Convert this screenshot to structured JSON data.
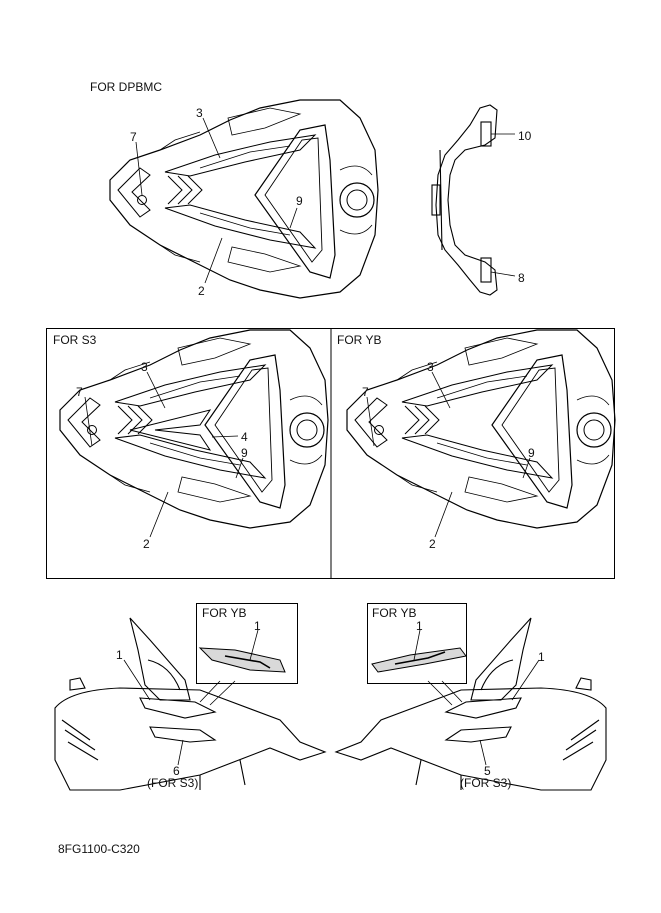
{
  "titles": {
    "top": "FOR DPBMC",
    "left_panel": "FOR S3",
    "right_panel": "FOR YB",
    "inset_left": "FOR YB",
    "inset_right": "FOR YB"
  },
  "callouts": {
    "top": {
      "c3": "3",
      "c7": "7",
      "c9": "9",
      "c2": "2",
      "c10": "10",
      "c8": "8"
    },
    "s3": {
      "c3": "3",
      "c7": "7",
      "c4": "4",
      "c9": "9",
      "c2": "2"
    },
    "yb": {
      "c3": "3",
      "c7": "7",
      "c9": "9",
      "c2": "2"
    },
    "bottom_left": {
      "c1": "1",
      "inset1": "1",
      "c6": "6",
      "c6_note": "(FOR S3)"
    },
    "bottom_right": {
      "c1": "1",
      "inset1": "1",
      "c5": "5",
      "c5_note": "(FOR S3)"
    }
  },
  "part_code": "8FG1100-C320"
}
